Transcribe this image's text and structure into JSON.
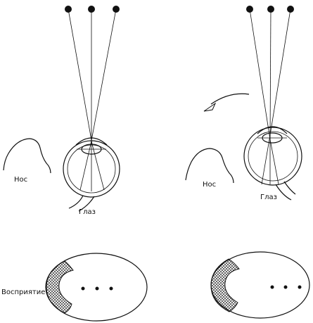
{
  "labels": {
    "nose": "Нос",
    "eye": "Глаз",
    "perception": "Восприятие"
  },
  "colors": {
    "ink": "#111111",
    "paper": "#ffffff"
  }
}
